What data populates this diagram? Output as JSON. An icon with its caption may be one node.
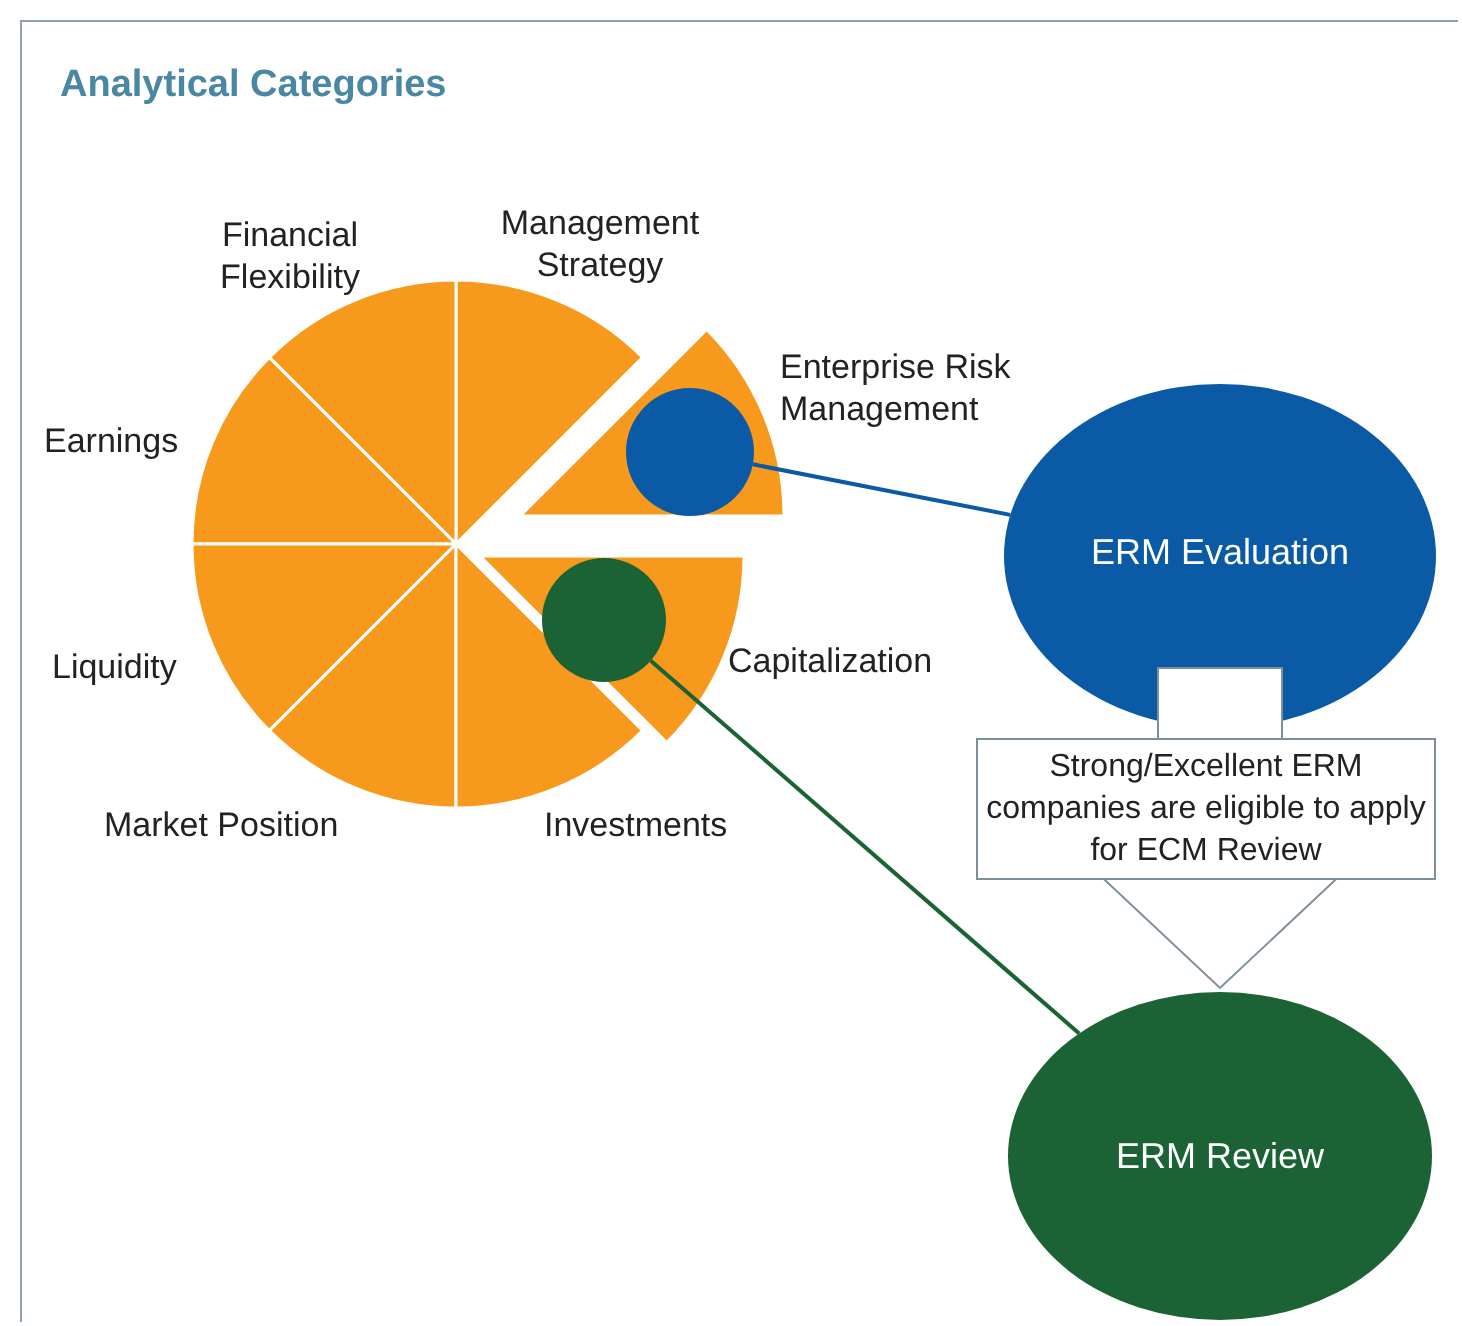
{
  "diagram": {
    "title": "Analytical Categories",
    "nodes": [
      {
        "text": [],
        "shape": "circle"
      },
      {
        "text": [],
        "shape": "circle"
      },
      {
        "text": [
          "ERM Evaluation"
        ]
      },
      {
        "text": [
          "ERM Review"
        ]
      }
    ],
    "edges": [
      {
        "from": 0,
        "to": 2,
        "arrow": "none",
        "color": "#0a5aa5"
      },
      {
        "from": 1,
        "to": 3,
        "arrow": "none",
        "color": "#1b6334"
      },
      {
        "from": 2,
        "to": 3,
        "arrow": "to",
        "style": "thick",
        "label": "Strong/Excellent ERM companies are eligible to apply for ECM Review"
      }
    ],
    "labels": [
      "Financial Flexibility",
      "Management Strategy",
      "Enterprise Risk Management",
      "Earnings",
      "Capitalization",
      "Liquidity",
      "Market Position",
      "Investments"
    ]
  }
}
